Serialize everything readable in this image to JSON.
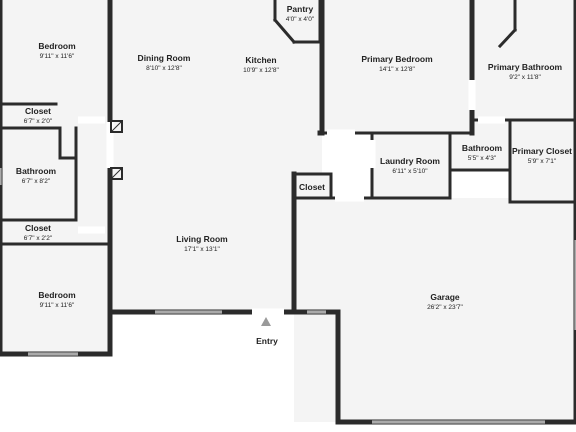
{
  "rooms": {
    "bedroom_top": {
      "name": "Bedroom",
      "dims": "9'11\" x 11'6\""
    },
    "closet_top": {
      "name": "Closet",
      "dims": "6'7\" x 2'0\""
    },
    "bathroom_left": {
      "name": "Bathroom",
      "dims": "6'7\" x 8'2\""
    },
    "closet_mid": {
      "name": "Closet",
      "dims": "6'7\" x 2'2\""
    },
    "bedroom_bottom": {
      "name": "Bedroom",
      "dims": "9'11\" x 11'6\""
    },
    "dining_room": {
      "name": "Dining Room",
      "dims": "8'10\" x 12'8\""
    },
    "kitchen": {
      "name": "Kitchen",
      "dims": "10'9\" x 12'8\""
    },
    "pantry": {
      "name": "Pantry",
      "dims": "4'0\" x 4'0\""
    },
    "living_room": {
      "name": "Living Room",
      "dims": "17'1\" x 13'1\""
    },
    "primary_bedroom": {
      "name": "Primary Bedroom",
      "dims": "14'1\" x 12'8\""
    },
    "primary_bathroom": {
      "name": "Primary Bathroom",
      "dims": "9'2\" x 11'8\""
    },
    "laundry_room": {
      "name": "Laundry Room",
      "dims": "6'11\" x 5'10\""
    },
    "bathroom_right": {
      "name": "Bathroom",
      "dims": "5'5\" x 4'3\""
    },
    "primary_closet": {
      "name": "Primary Closet",
      "dims": "5'9\" x 7'1\""
    },
    "closet_small": {
      "name": "Closet",
      "dims": ""
    },
    "garage": {
      "name": "Garage",
      "dims": "26'2\" x 23'7\""
    }
  },
  "entry": {
    "label": "Entry"
  },
  "colors": {
    "wall": "#2b2b2b",
    "floor": "#f4f4f4",
    "background": "#ffffff"
  }
}
